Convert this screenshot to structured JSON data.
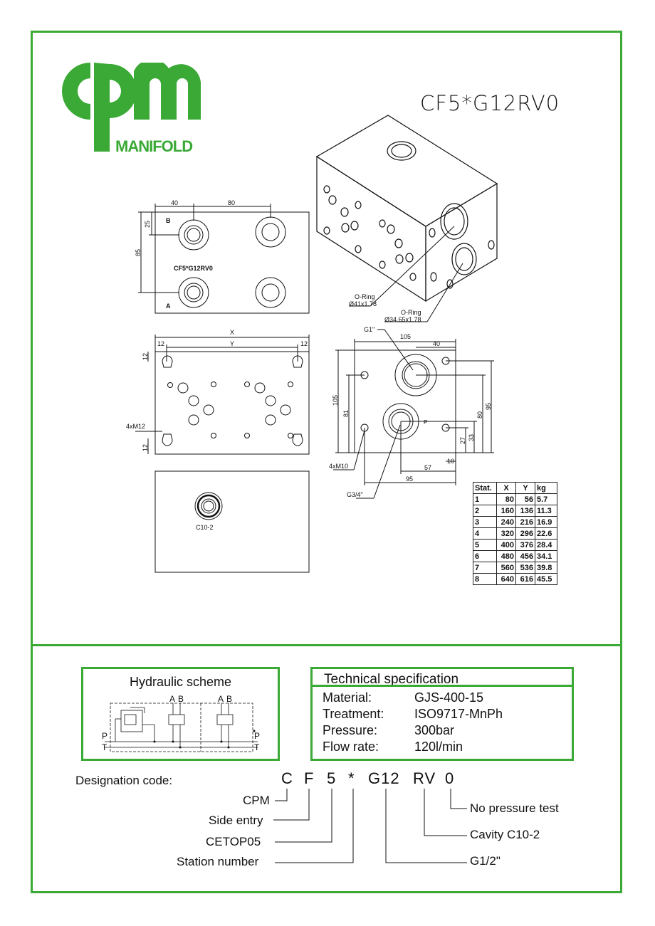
{
  "logo": {
    "mark": "cpm",
    "text": "MANIFOLD",
    "color": "#3aa935"
  },
  "title": "CF5*G12RV0",
  "drawings": {
    "top_view": {
      "dims": {
        "d40": "40",
        "d80": "80",
        "d25": "25",
        "d85": "85"
      },
      "port_b": "B",
      "port_a": "A",
      "label": "CF5*G12RV0"
    },
    "front_view": {
      "x": "X",
      "y": "Y",
      "d12a": "12",
      "d12b": "12",
      "d12c": "12",
      "d12d": "12",
      "thread": "4xM12"
    },
    "bottom_view": {
      "label": "C10-2"
    },
    "side_view": {
      "g1": "G1\"",
      "d105_top": "105",
      "d40": "40",
      "d105": "105",
      "d81": "81",
      "d95": "95",
      "d80": "80",
      "d33": "33",
      "d27": "27",
      "d10": "10",
      "d57": "57",
      "d95_bottom": "95",
      "thread": "4xM10",
      "g34": "G3/4\"",
      "port_p": "P"
    },
    "iso_view": {
      "oring1_a": "O-Ring",
      "oring1_b": "Ø41x1.78",
      "oring2_a": "O-Ring",
      "oring2_b": "Ø34.65x1.78"
    }
  },
  "stations_table": {
    "headers": [
      "Stat.",
      "X",
      "Y",
      "kg"
    ],
    "rows": [
      [
        "1",
        "80",
        "56",
        "5.7"
      ],
      [
        "2",
        "160",
        "136",
        "11.3"
      ],
      [
        "3",
        "240",
        "216",
        "16.9"
      ],
      [
        "4",
        "320",
        "296",
        "22.6"
      ],
      [
        "5",
        "400",
        "376",
        "28.4"
      ],
      [
        "6",
        "480",
        "456",
        "34.1"
      ],
      [
        "7",
        "560",
        "536",
        "39.8"
      ],
      [
        "8",
        "640",
        "616",
        "45.5"
      ]
    ]
  },
  "hydraulic": {
    "title": "Hydraulic scheme",
    "labels": {
      "a1": "A",
      "b1": "B",
      "a2": "A",
      "b2": "B",
      "p_left": "P",
      "t_left": "T",
      "p_right": "P",
      "t_right": "T"
    }
  },
  "tech": {
    "title": "Technical specification",
    "rows": [
      {
        "label": "Material:",
        "value": "GJS-400-15"
      },
      {
        "label": "Treatment:",
        "value": "ISO9717-MnPh"
      },
      {
        "label": "Pressure:",
        "value": "300bar"
      },
      {
        "label": "Flow rate:",
        "value": "120l/min"
      }
    ]
  },
  "designation": {
    "label": "Designation code:",
    "chars": [
      "C",
      "F",
      "5",
      "*",
      "G12",
      "RV",
      "0"
    ],
    "meanings": {
      "c": "CPM",
      "f": "Side entry",
      "five": "CETOP05",
      "star": "Station number",
      "g12": "G1/2\"",
      "rv": "Cavity C10-2",
      "zero": "No pressure test"
    }
  },
  "colors": {
    "accent": "#3aa935",
    "ink": "#111111"
  }
}
